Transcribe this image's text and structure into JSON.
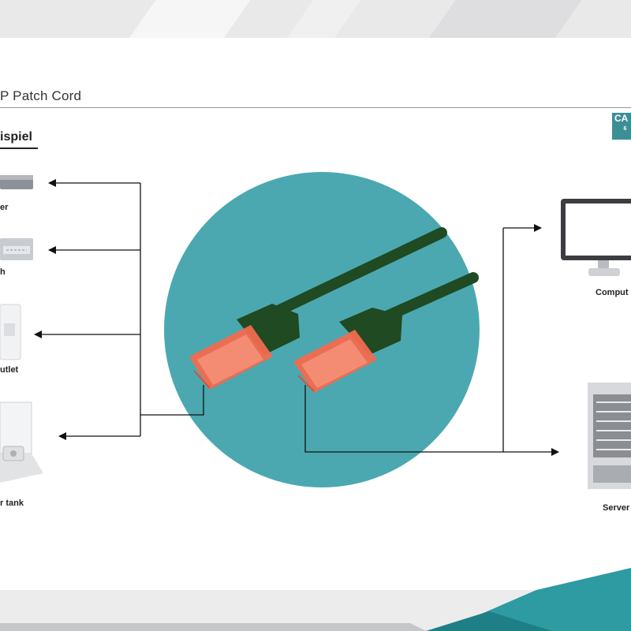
{
  "header": {
    "title": "P Patch Cord",
    "section": "ispiel",
    "badge_top": "CA",
    "badge_sub": "6"
  },
  "left_devices": [
    {
      "label": "er",
      "icon": "router-icon"
    },
    {
      "label": "h",
      "icon": "switch-icon"
    },
    {
      "label": "utlet",
      "icon": "network-outlet-icon"
    },
    {
      "label": "r tank",
      "icon": "floor-tank-icon"
    }
  ],
  "right_devices": [
    {
      "label": "Comput",
      "icon": "computer-monitor-icon"
    },
    {
      "label": "Server",
      "icon": "server-rack-icon"
    }
  ],
  "colors": {
    "circle": "#4ba8b0",
    "cable": "#1f4a22",
    "connector": "#f26a4f",
    "badge": "#3d8f96",
    "band_accent": "#2e9aa2"
  }
}
